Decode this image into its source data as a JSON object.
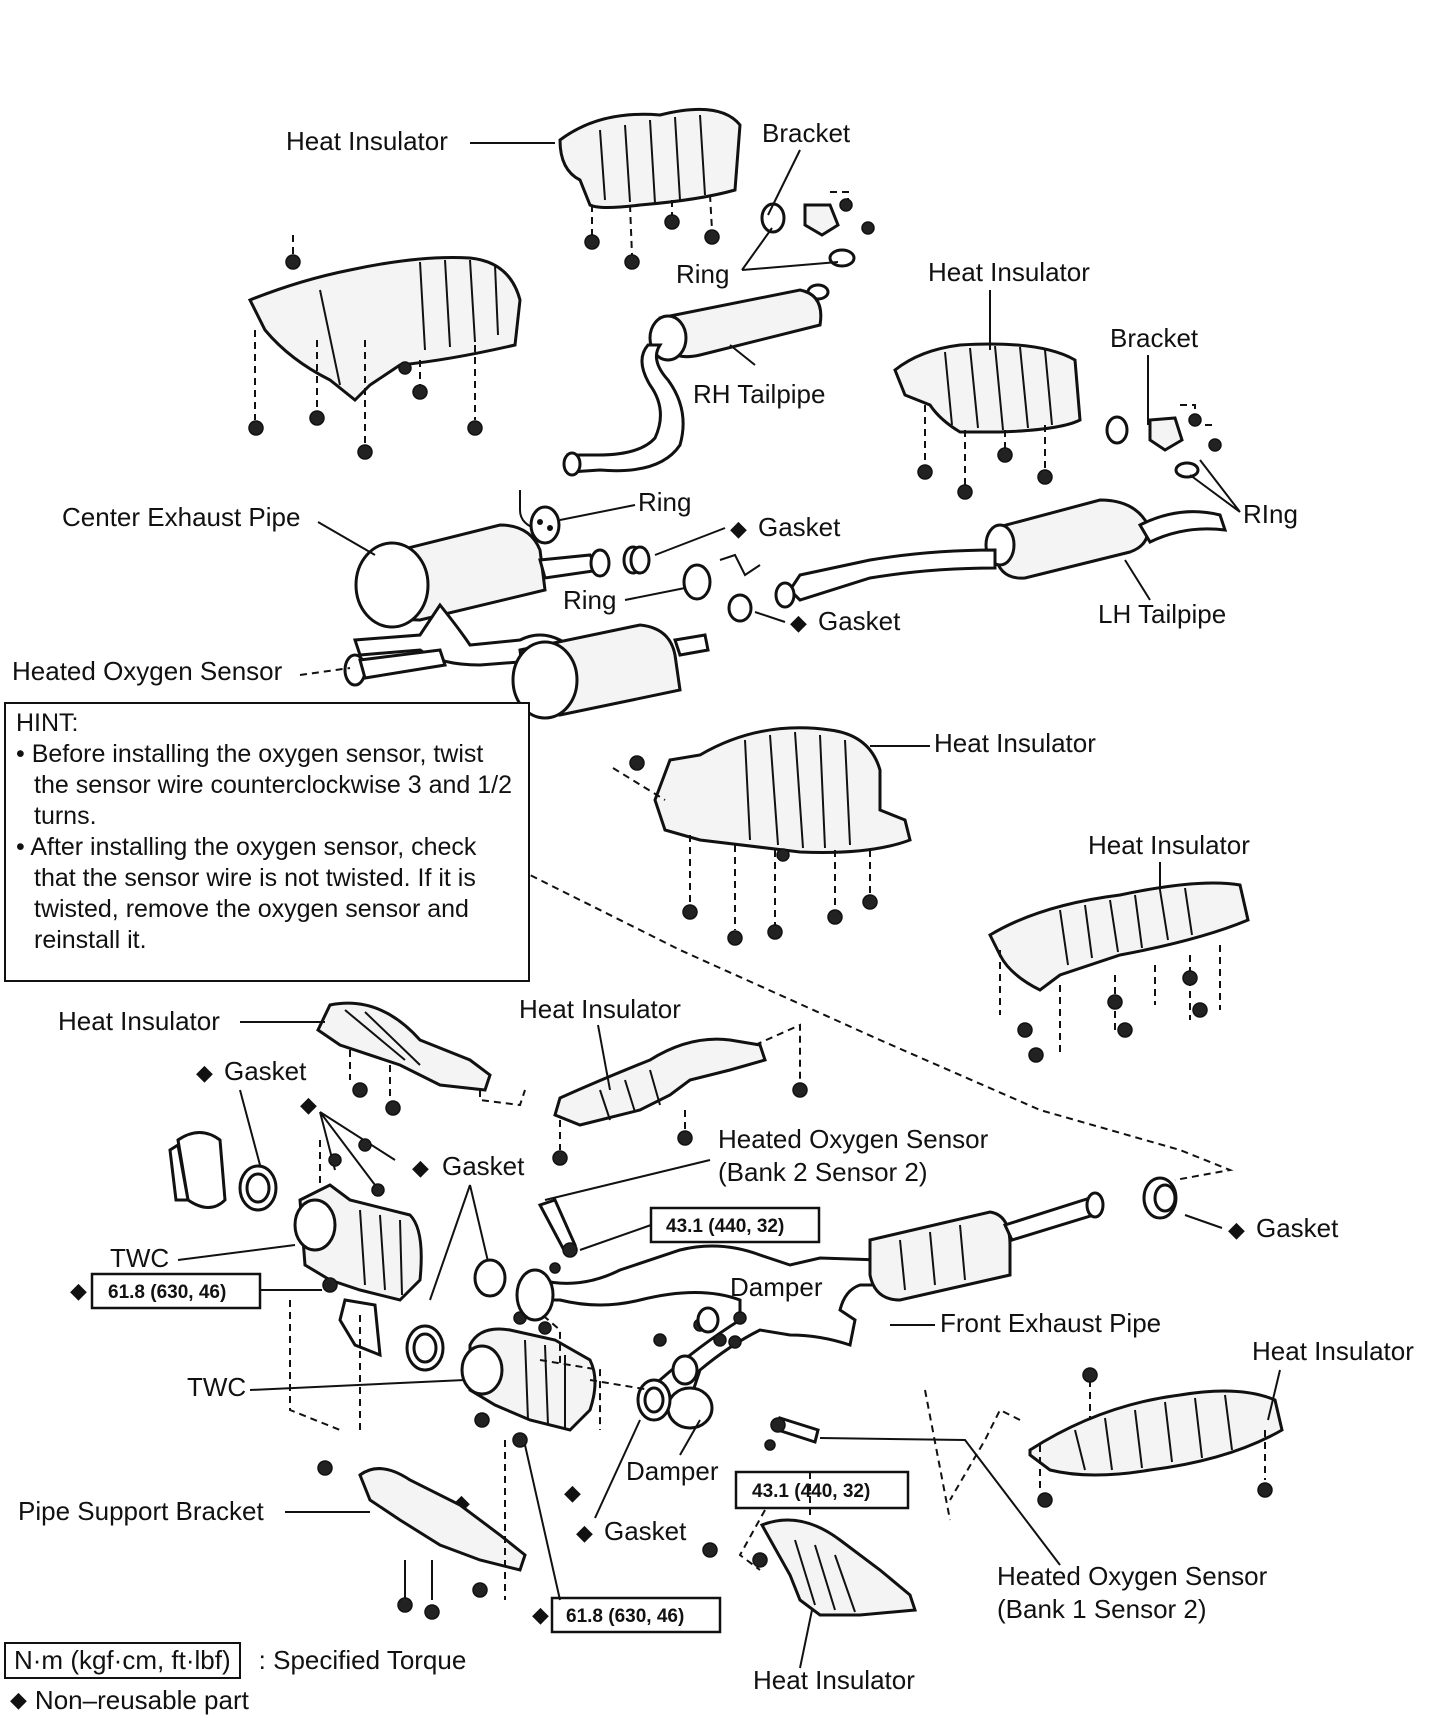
{
  "labels": {
    "heat_insulator": "Heat Insulator",
    "bracket": "Bracket",
    "ring": "Ring",
    "ring_alt": "RIng",
    "rh_tailpipe": "RH Tailpipe",
    "lh_tailpipe": "LH Tailpipe",
    "center_exhaust_pipe": "Center Exhaust Pipe",
    "gasket": "Gasket",
    "heated_oxygen_sensor": "Heated Oxygen Sensor",
    "hos_bank2_l1": "Heated Oxygen Sensor",
    "hos_bank2_l2": "(Bank 2 Sensor 2)",
    "hos_bank1_l1": "Heated Oxygen Sensor",
    "hos_bank1_l2": "(Bank 1 Sensor 2)",
    "twc": "TWC",
    "damper": "Damper",
    "front_exhaust_pipe": "Front Exhaust Pipe",
    "pipe_support_bracket": "Pipe Support Bracket"
  },
  "torque": {
    "t43": "43.1 (440, 32)",
    "t61": "61.8 (630, 46)"
  },
  "hint": {
    "title": "HINT:",
    "item1": "• Before installing the oxygen sensor, twist the sensor wire counterclockwise 3 and 1/2 turns.",
    "item2": "• After installing the oxygen sensor, check that the sensor wire is not twisted. If it is twisted, remove the oxygen sensor and reinstall it."
  },
  "legend": {
    "torque_unit": "N·m (kgf·cm, ft·lbf)",
    "torque_desc": ": Specified Torque",
    "nonreusable_symbol": "◆",
    "nonreusable_desc": "Non–reusable part"
  }
}
